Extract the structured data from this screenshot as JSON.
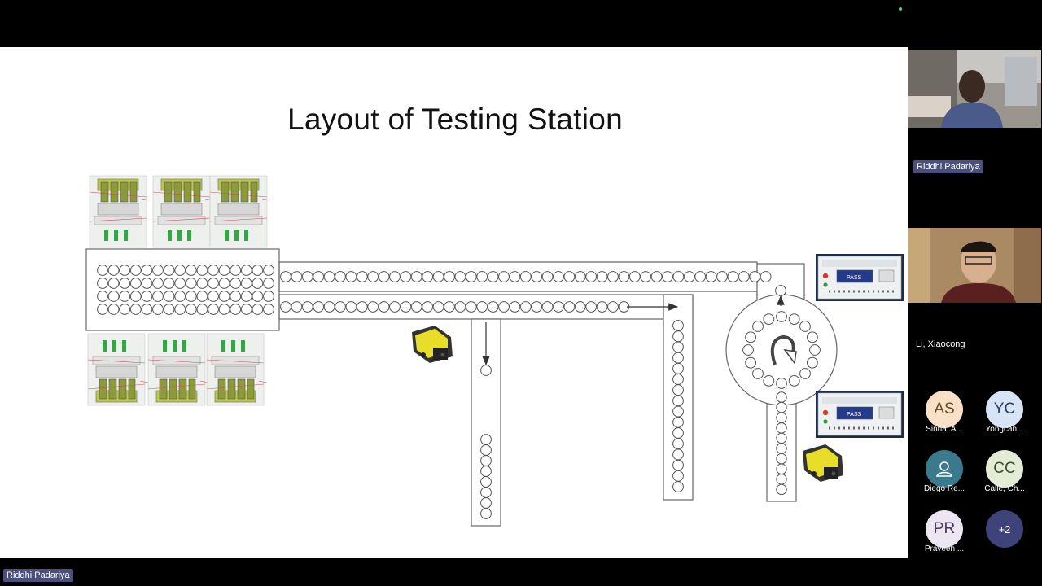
{
  "slide": {
    "title": "Layout of Testing Station",
    "tester_display": "PASS"
  },
  "presenter_tag": "Riddhi Padariya",
  "participants": {
    "video": [
      {
        "name": "Riddhi Padariya"
      },
      {
        "name": "Li, Xiaocong"
      }
    ],
    "avatars": [
      {
        "initials": "AS",
        "label": "Sinha, A...",
        "bg": "#f9e1c8",
        "fg": "#6b4a2a"
      },
      {
        "initials": "YC",
        "label": "Yongcan...",
        "bg": "#d6e4f5",
        "fg": "#2b3e5c"
      },
      {
        "initials": "",
        "label": "Diego Re...",
        "bg": "#3a7a8c",
        "fg": "#ffffff",
        "icon": "person-icon"
      },
      {
        "initials": "CC",
        "label": "Calle, Ch...",
        "bg": "#e4ecd8",
        "fg": "#3c4a2c"
      },
      {
        "initials": "PR",
        "label": "Praveen ...",
        "bg": "#ece6f3",
        "fg": "#4a3c5c"
      }
    ],
    "more_count": "+2"
  },
  "colors": {
    "accent_tag": "#4a4f7c",
    "more_button": "#3e447a",
    "active_dot": "#4cd964"
  }
}
